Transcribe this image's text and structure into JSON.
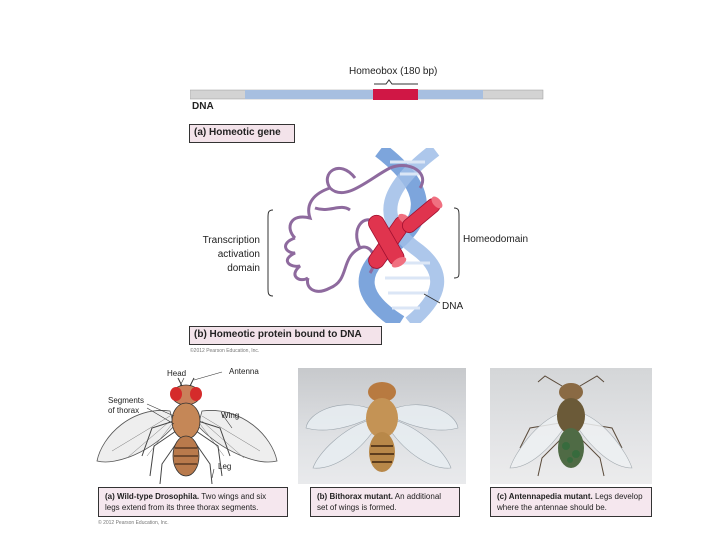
{
  "gene": {
    "homeobox_label": "Homeobox (180 bp)",
    "dna_label": "DNA",
    "part_a_label": "(a) Homeotic gene"
  },
  "protein": {
    "transcription_label": "Transcription\nactivation\ndomain",
    "homeodomain_label": "Homeodomain",
    "dna_label": "DNA",
    "part_b_label": "(b) Homeotic protein bound to DNA",
    "copyright": "©2012 Pearson Education, Inc."
  },
  "fly_a": {
    "head_label": "Head",
    "antenna_label": "Antenna",
    "segments_label": "Segments\nof thorax",
    "wing_label": "Wing",
    "leg_label": "Leg",
    "caption_bold": "(a) Wild-type Drosophila.",
    "caption_text": " Two wings and six legs extend from its three thorax segments.",
    "copyright": "© 2012 Pearson Education, Inc."
  },
  "fly_b": {
    "caption_bold": "(b) Bithorax mutant.",
    "caption_text": " An additional set of wings is formed."
  },
  "fly_c": {
    "caption_bold": "(c) Antennapedia mutant.",
    "caption_text": " Legs develop where the antennae should be."
  },
  "colors": {
    "dna_bar_gray": "#d3d3d3",
    "dna_bar_blue": "#a7bfe0",
    "homeobox_red": "#d01745",
    "protein_purple": "#8e6a9e",
    "helix_blue": "#6f9bd8",
    "cylinder_red": "#e0344e",
    "caption_bg": "#f5e7ee"
  }
}
